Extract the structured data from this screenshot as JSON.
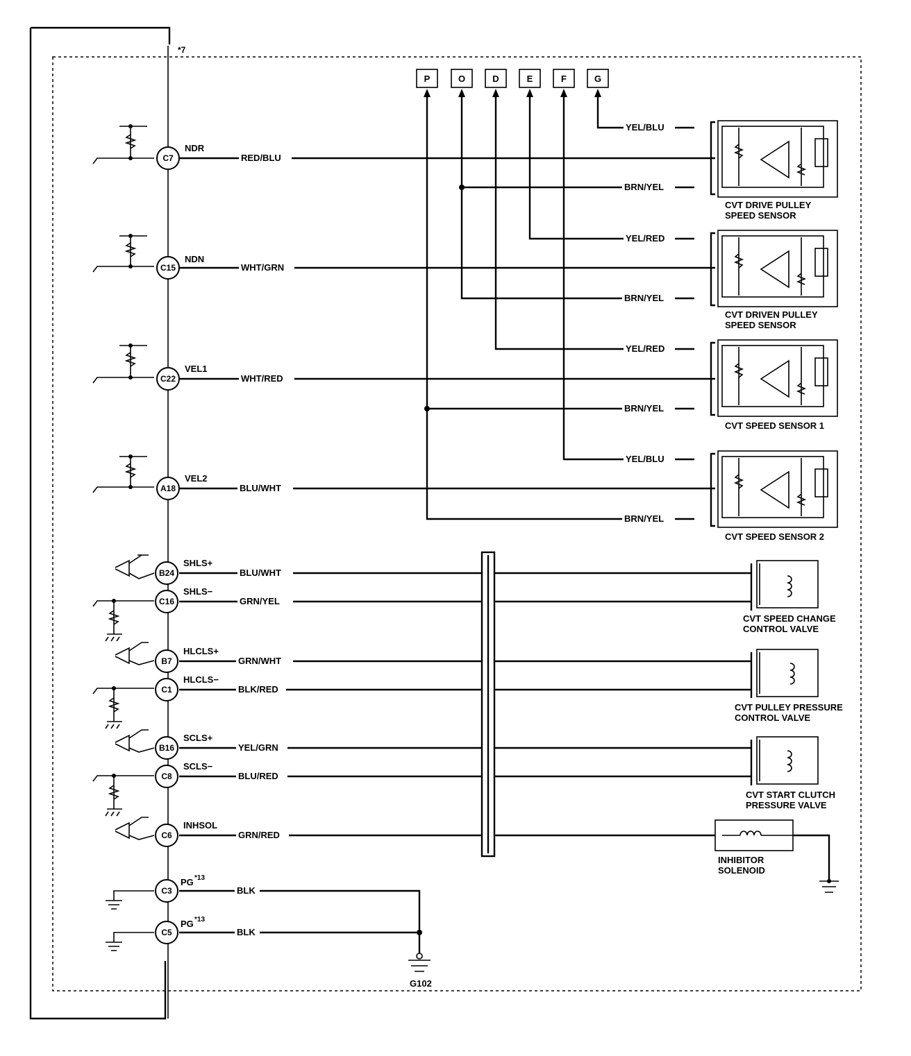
{
  "pcm_note": "*7",
  "ground_ref": "*13",
  "connectors": [
    {
      "letter": "P"
    },
    {
      "letter": "O"
    },
    {
      "letter": "D"
    },
    {
      "letter": "E"
    },
    {
      "letter": "F"
    },
    {
      "letter": "G"
    }
  ],
  "terminals": [
    {
      "pin": "C7",
      "signal": "NDR",
      "wire": "RED/BLU"
    },
    {
      "pin": "C15",
      "signal": "NDN",
      "wire": "WHT/GRN"
    },
    {
      "pin": "C22",
      "signal": "VEL1",
      "wire": "WHT/RED"
    },
    {
      "pin": "A18",
      "signal": "VEL2",
      "wire": "BLU/WHT"
    },
    {
      "pin": "B24",
      "signal": "SHLS+",
      "wire": "BLU/WHT"
    },
    {
      "pin": "C16",
      "signal": "SHLS−",
      "wire": "GRN/YEL"
    },
    {
      "pin": "B7",
      "signal": "HLCLS+",
      "wire": "GRN/WHT"
    },
    {
      "pin": "C1",
      "signal": "HLCLS−",
      "wire": "BLK/RED"
    },
    {
      "pin": "B16",
      "signal": "SCLS+",
      "wire": "YEL/GRN"
    },
    {
      "pin": "C8",
      "signal": "SCLS−",
      "wire": "BLU/RED"
    },
    {
      "pin": "C6",
      "signal": "INHSOL",
      "wire": "GRN/RED"
    },
    {
      "pin": "C3",
      "signal": "PG",
      "wire": "BLK"
    },
    {
      "pin": "C5",
      "signal": "PG",
      "wire": "BLK"
    }
  ],
  "sensors": [
    {
      "name_line1": "CVT DRIVE PULLEY",
      "name_line2": "SPEED SENSOR",
      "top_wire": "YEL/BLU",
      "bottom_wire": "BRN/YEL"
    },
    {
      "name_line1": "CVT DRIVEN PULLEY",
      "name_line2": "SPEED SENSOR",
      "top_wire": "YEL/RED",
      "bottom_wire": "BRN/YEL"
    },
    {
      "name_line1": "CVT SPEED SENSOR 1",
      "name_line2": "",
      "top_wire": "YEL/RED",
      "bottom_wire": "BRN/YEL"
    },
    {
      "name_line1": "CVT SPEED SENSOR 2",
      "name_line2": "",
      "top_wire": "YEL/BLU",
      "bottom_wire": "BRN/YEL"
    }
  ],
  "valves": [
    {
      "name_line1": "CVT SPEED CHANGE",
      "name_line2": "CONTROL VALVE"
    },
    {
      "name_line1": "CVT PULLEY PRESSURE",
      "name_line2": "CONTROL VALVE"
    },
    {
      "name_line1": "CVT START CLUTCH",
      "name_line2": "PRESSURE VALVE"
    }
  ],
  "inhibitor": {
    "name_line1": "INHIBITOR",
    "name_line2": "SOLENOID"
  },
  "ground_label": "G102"
}
